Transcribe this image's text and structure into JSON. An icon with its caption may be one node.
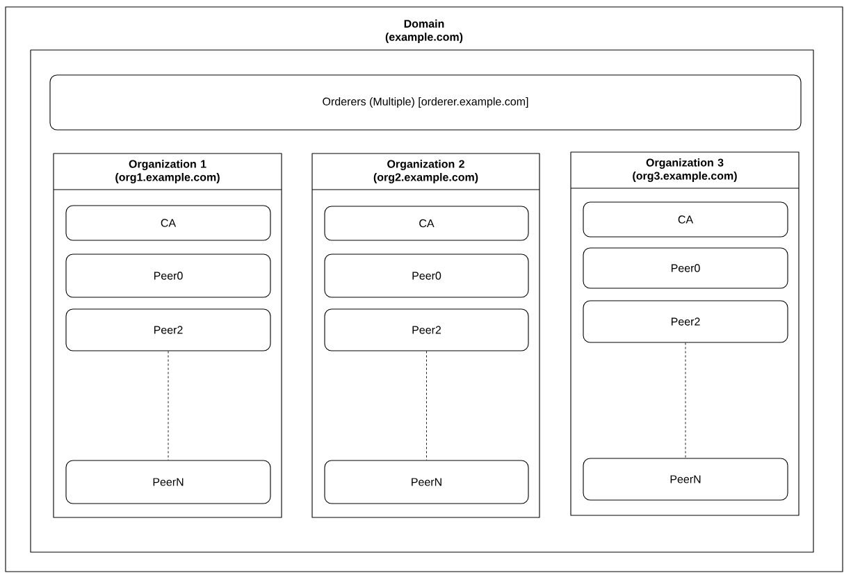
{
  "diagram": {
    "nodes": [
      {
        "text": [
          "Domain (example.com)"
        ]
      },
      {
        "text": [],
        "shape": "box",
        "in": 0
      },
      {
        "text": [
          "Orderers (Multiple) [orderer.example.com]"
        ],
        "in": 1
      },
      {
        "text": [
          "Organization 1 (org1.example.com)"
        ],
        "in": 1
      },
      {
        "text": [
          "CA"
        ],
        "in": 3
      },
      {
        "text": [
          "Peer0"
        ],
        "in": 3
      },
      {
        "text": [
          "Peer2"
        ],
        "in": 3
      },
      {
        "text": [
          "PeerN"
        ],
        "in": 3
      },
      {
        "text": [
          "Organization 2 (org2.example.com)"
        ],
        "in": 1
      },
      {
        "text": [
          "CA"
        ],
        "in": 8
      },
      {
        "text": [
          "Peer0"
        ],
        "in": 8
      },
      {
        "text": [
          "Peer2"
        ],
        "in": 8
      },
      {
        "text": [
          "PeerN"
        ],
        "in": 8
      },
      {
        "text": [
          "Organization 3 (org3.example.com)"
        ],
        "in": 1
      },
      {
        "text": [
          "CA"
        ],
        "in": 13
      },
      {
        "text": [
          "Peer0"
        ],
        "in": 13
      },
      {
        "text": [
          "Peer2"
        ],
        "in": 13
      },
      {
        "text": [
          "PeerN"
        ],
        "in": 13
      }
    ],
    "edges": [
      {
        "from": 6,
        "to": 7,
        "arrow": "none",
        "style": "dashed"
      },
      {
        "from": 11,
        "to": 12,
        "arrow": "none",
        "style": "dashed"
      },
      {
        "from": 16,
        "to": 17,
        "arrow": "none",
        "style": "dashed"
      }
    ]
  }
}
